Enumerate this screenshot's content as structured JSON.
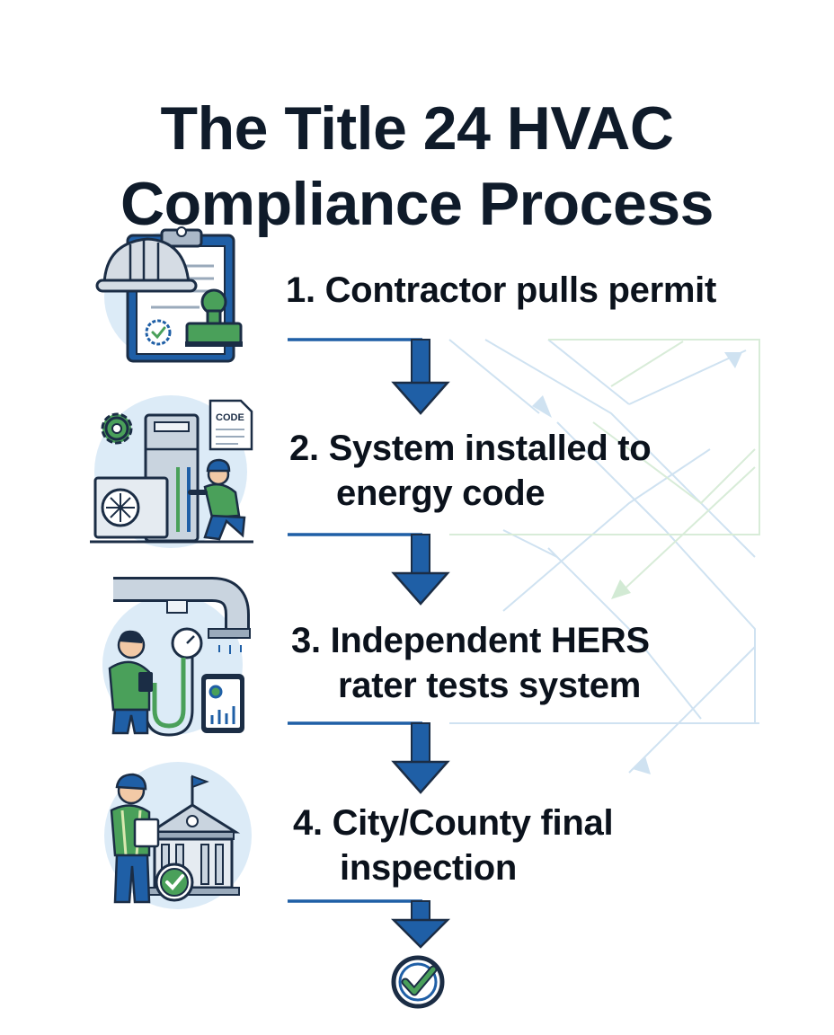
{
  "title": {
    "line1": "The Title 24 HVAC",
    "line2": "Compliance Process"
  },
  "colors": {
    "primary_blue": "#1f5fa6",
    "dark_navy": "#1b2d45",
    "accent_green": "#4aa05a",
    "light_blue_bg": "#dcebf7",
    "faint_blue_line": "#cfe2f1",
    "faint_green_line": "#d8ecd8"
  },
  "steps": [
    {
      "number": "1.",
      "line1": "Contractor pulls permit",
      "line2": "",
      "icon": "clipboard-hardhat-stamp-icon"
    },
    {
      "number": "2.",
      "line1": "System installed to",
      "line2": "energy code",
      "icon": "hvac-installer-icon",
      "code_label": "CODE"
    },
    {
      "number": "3.",
      "line1": "Independent HERS",
      "line2": "rater tests system",
      "icon": "hers-rater-gauge-icon"
    },
    {
      "number": "4.",
      "line1": "City/County final",
      "line2": "inspection",
      "icon": "city-inspector-building-icon"
    }
  ],
  "final_icon": "check-circle-icon"
}
